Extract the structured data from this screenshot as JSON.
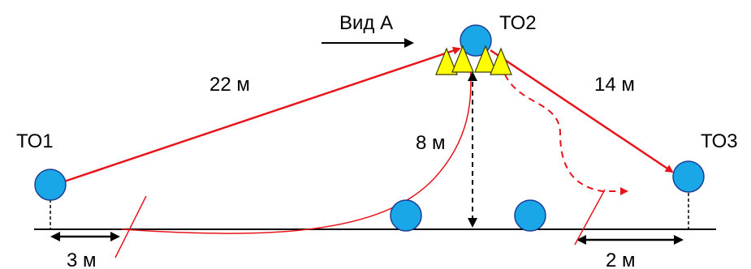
{
  "labels": {
    "to1": "ТО1",
    "to2": "ТО2",
    "to3": "ТО3",
    "view": "Вид А",
    "d22": "22 м",
    "d14": "14 м",
    "d8": "8 м",
    "d3": "3 м",
    "d2": "2 м"
  },
  "colors": {
    "circle_fill": "#1aa7e8",
    "circle_stroke": "#1c3f94",
    "triangle_fill": "#ffff00",
    "triangle_stroke": "#3a3a00",
    "red": "#e8141c",
    "black": "#000000"
  }
}
